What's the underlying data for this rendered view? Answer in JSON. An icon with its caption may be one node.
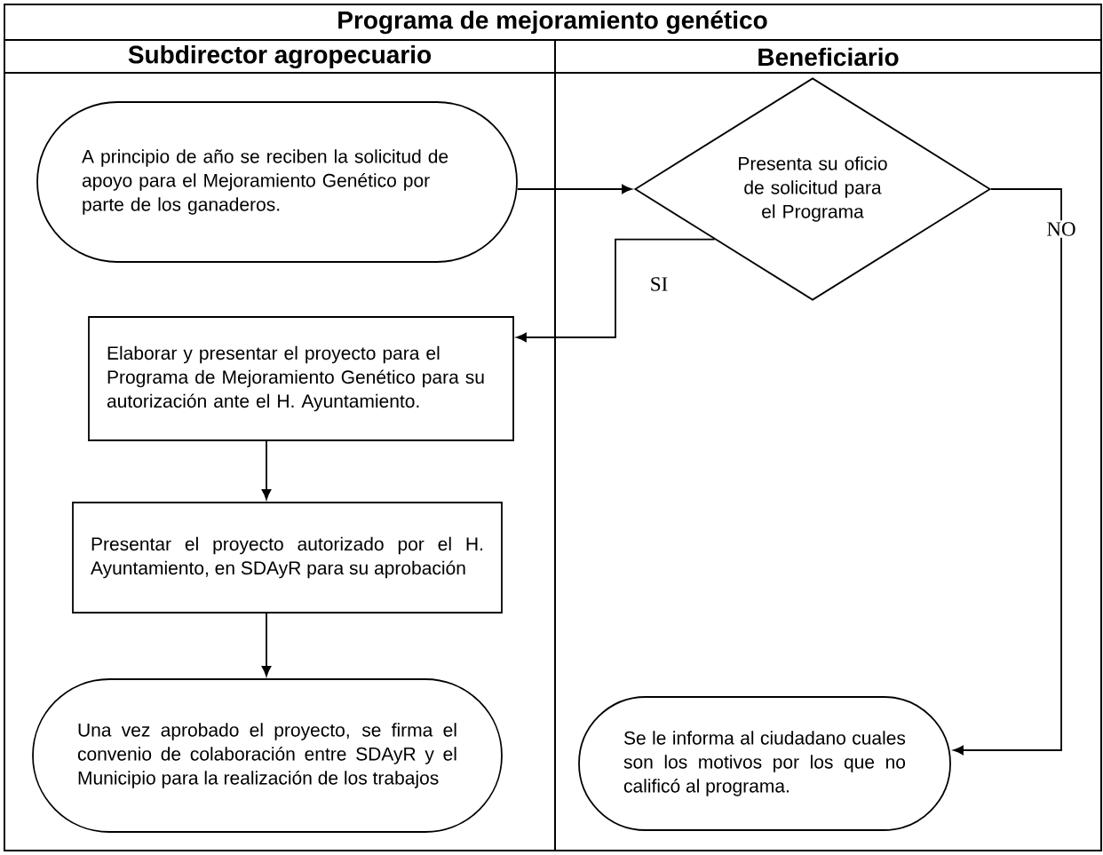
{
  "diagram": {
    "title": "Programa de mejoramiento genético",
    "nodes": [
      {
        "text": [
          "Subdirector agropecuario"
        ]
      },
      {
        "text": [
          "Beneficiario"
        ]
      },
      {
        "text": [
          "A principio de año se reciben la solicitud de apoyo para el Mejoramiento Genético por parte de los ganaderos."
        ],
        "in": 0
      },
      {
        "text": [
          "Presenta su oficio de solicitud para el Programa"
        ],
        "in": 1
      },
      {
        "text": [
          "Elaborar y presentar el proyecto para el Programa de Mejoramiento Genético para su autorización ante el H. Ayuntamiento."
        ],
        "in": 0
      },
      {
        "text": [
          "Presentar el proyecto autorizado por el H. Ayuntamiento, en SDAyR para su aprobación"
        ],
        "in": 0
      },
      {
        "text": [
          "Una vez aprobado el proyecto, se firma el convenio de colaboración entre SDAyR y el Municipio para la realización de los trabajos"
        ],
        "in": 0
      },
      {
        "text": [
          "Se le informa al ciudadano cuales son los motivos por los que no calificó al programa."
        ],
        "in": 1
      }
    ],
    "edges": [
      {
        "from": 2,
        "to": 3,
        "arrow": "to"
      },
      {
        "from": 3,
        "to": 4,
        "arrow": "to",
        "label": "SI"
      },
      {
        "from": 4,
        "to": 5,
        "arrow": "to"
      },
      {
        "from": 5,
        "to": 6,
        "arrow": "to"
      },
      {
        "from": 3,
        "to": 7,
        "arrow": "to",
        "label": "NO"
      }
    ]
  }
}
